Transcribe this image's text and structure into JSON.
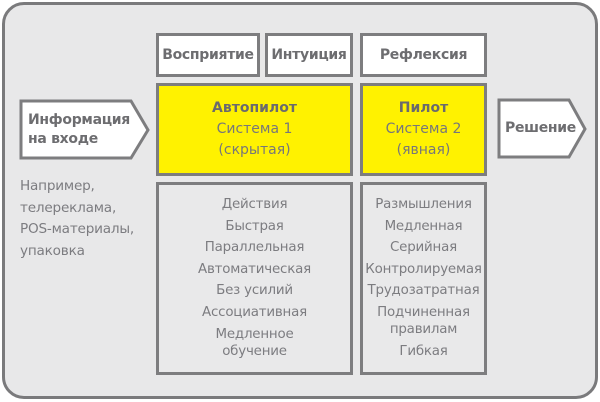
{
  "colors": {
    "panel_bg": "#e8e8e9",
    "border": "#7a7a7c",
    "highlight": "#fff200",
    "text": "#77777a"
  },
  "headers": {
    "perception": "Восприятие",
    "intuition": "Интуиция",
    "reflection": "Рефлексия"
  },
  "input_arrow": {
    "label": "Информация\nна входе"
  },
  "decision_arrow": {
    "label": "Решение"
  },
  "example_note": "Например,\nтелереклама,\nPOS-материалы,\nупаковка",
  "system1": {
    "title": "Автопилот",
    "subtitle": "Система 1",
    "qualifier": "(скрытая)",
    "traits": [
      "Действия",
      "Быстрая",
      "Параллельная",
      "Автоматическая",
      "Без усилий",
      "Ассоциативная",
      "Медленное\nобучение"
    ]
  },
  "system2": {
    "title": "Пилот",
    "subtitle": "Система 2",
    "qualifier": "(явная)",
    "traits": [
      "Размышления",
      "Медленная",
      "Серийная",
      "Контролируемая",
      "Трудозатратная",
      "Подчиненная\nправилам",
      "Гибкая"
    ]
  }
}
